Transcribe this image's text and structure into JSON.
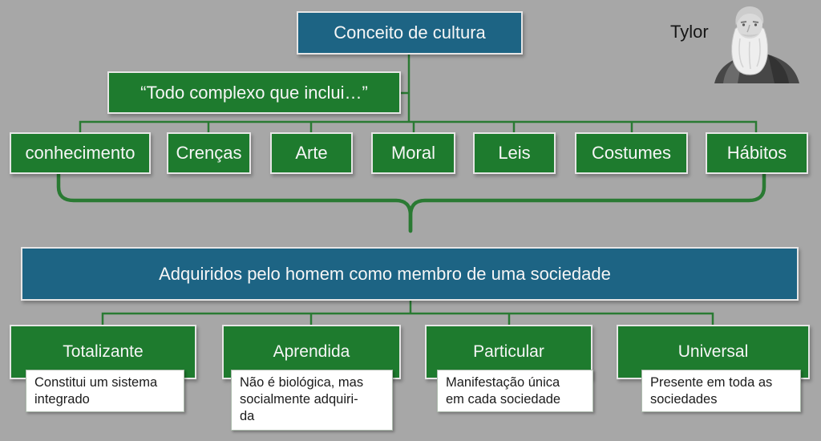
{
  "palette": {
    "background": "#a7a7a7",
    "box_green": "#1e7b2e",
    "box_blue": "#1d6484",
    "line_green": "#2a7a33",
    "box_border": "#e7e6e6"
  },
  "header": {
    "title": "Conceito de cultura",
    "author": "Tylor",
    "portrait_icon": "tylor-portrait-icon"
  },
  "quote": "“Todo complexo que inclui…”",
  "elements": [
    "conhecimento",
    "Crenças",
    "Arte",
    "Moral",
    "Leis",
    "Costumes",
    "Hábitos"
  ],
  "acquired_statement": "Adquiridos pelo homem como membro de uma sociedade",
  "characteristics": [
    {
      "label": "Totalizante",
      "lines": [
        "Constitui um sistema",
        "integrado"
      ]
    },
    {
      "label": "Aprendida",
      "lines": [
        "Não é biológica, mas",
        "socialmente adquiri-",
        "da"
      ]
    },
    {
      "label": "Particular",
      "lines": [
        "Manifestação única",
        "em cada sociedade"
      ]
    },
    {
      "label": "Universal",
      "lines": [
        "Presente em toda as",
        "sociedades"
      ]
    }
  ]
}
